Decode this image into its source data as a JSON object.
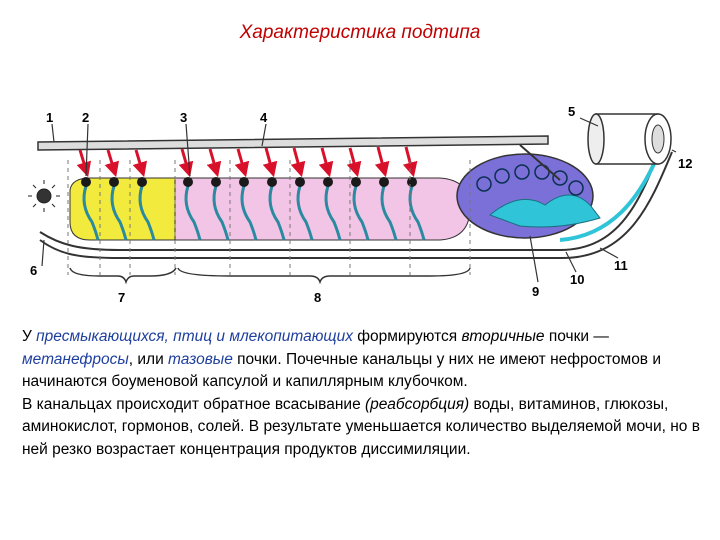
{
  "title": "Характеристика подтипа",
  "diagram": {
    "labels": [
      "1",
      "2",
      "3",
      "4",
      "5",
      "6",
      "7",
      "8",
      "9",
      "10",
      "11",
      "12"
    ]
  },
  "text": {
    "p1": {
      "s1": "У ",
      "h1": "пресмыкающихся, птиц и млекопитающих",
      "s2": " формируются ",
      "i1": "вторичные",
      "s3": " почки — ",
      "h2": "метанефросы",
      "s4": ", или ",
      "h3": "тазовые",
      "s5": " почки. Почечные канальцы у них не имеют нефростомов и начинаются боуменовой капсулой и капиллярным клубочком."
    },
    "p2": {
      "s1": "В канальцах происходит обратное всасывание ",
      "i1": "(реабсорбция)",
      "s2": " воды, витаминов, глюкозы, аминокислот, гормонов, солей. В результате уменьшается количество выделяемой мочи, но в ней резко возрастает концентрация продуктов диссимиляции."
    }
  },
  "colors": {
    "title": "#c00000",
    "highlight": "#1f3f9e",
    "yellow_region": "#f2ea3c",
    "pink_region": "#f2c4e6",
    "blue_capsule": "#7b6fd8",
    "cyan_tubule": "#2fc4d8",
    "red_arrow": "#d8102a"
  }
}
